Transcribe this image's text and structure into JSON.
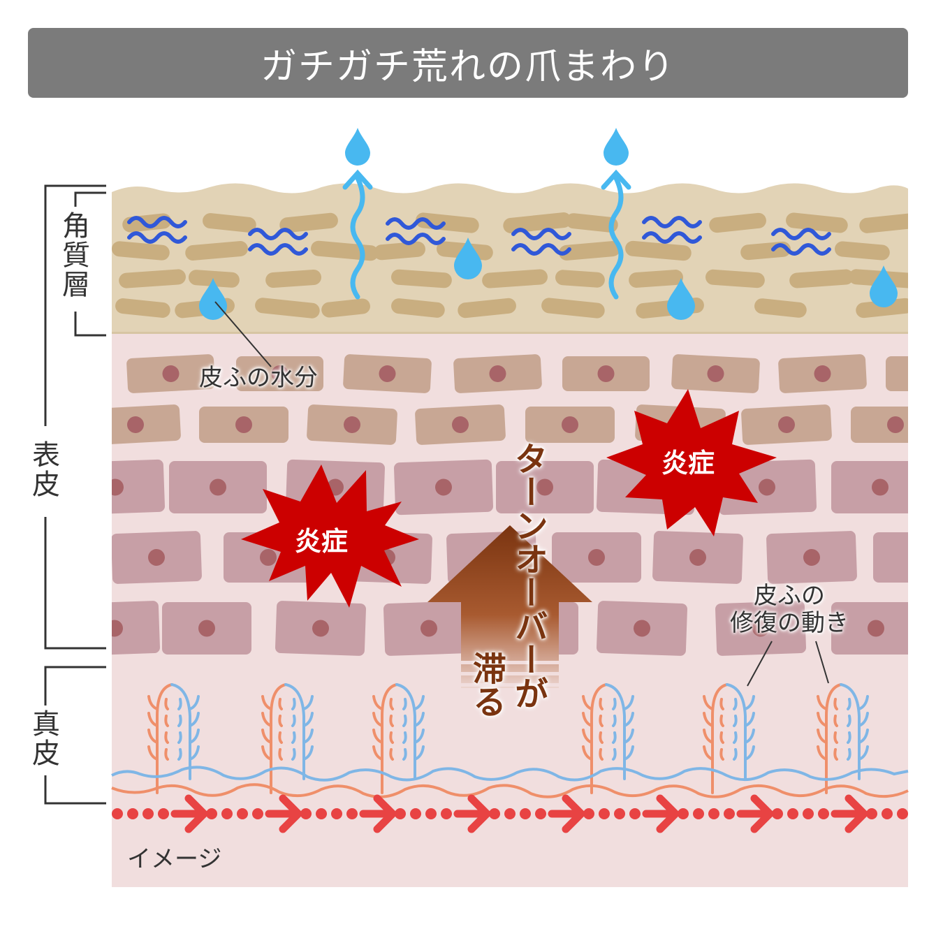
{
  "title": "ガチガチ荒れの爪まわり",
  "layers": {
    "stratum_corneum": "角質層",
    "epidermis": "表皮",
    "dermis": "真皮"
  },
  "callouts": {
    "skin_moisture": "皮ふの水分",
    "repair_line1": "皮ふの",
    "repair_line2": "修復の動き"
  },
  "inflammation": [
    "炎症",
    "炎症"
  ],
  "turnover": {
    "main": "ターンオーバーが",
    "sub": "滞る"
  },
  "note": "イメージ",
  "colors": {
    "title_bar": "#7b7b7b",
    "stratum_corneum": "#e2d3b6",
    "corneum_cells": "#c9ae80",
    "epidermis_bg": "#f1dede",
    "upper_cells": "#c8a794",
    "lower_cells": "#c79fa6",
    "nucleus": "#a86468",
    "water": "#48b8f0",
    "moisture_waves": "#3058d8",
    "inflammation": "#cc0000",
    "turnover_arrow": "#7a3410",
    "artery": "#ef8f6a",
    "vein": "#7fb6e6",
    "flow_arrows": "#e84343"
  }
}
